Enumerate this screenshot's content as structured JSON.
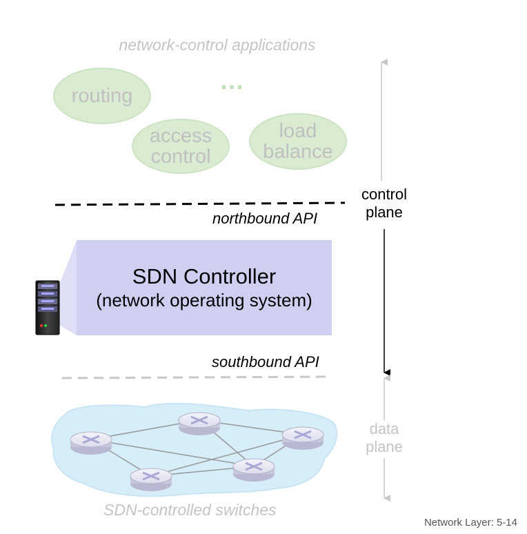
{
  "applications": {
    "title": "network-control applications",
    "items": [
      {
        "id": "routing",
        "label": "routing"
      },
      {
        "id": "access-control",
        "label": "access\ncontrol"
      },
      {
        "id": "load-balance",
        "label": "load\nbalance"
      }
    ],
    "ellipsis": "…"
  },
  "apis": {
    "northbound": "northbound API",
    "southbound": "southbound API"
  },
  "controller": {
    "title": "SDN Controller",
    "subtitle": "(network operating system)",
    "icon": "server-icon"
  },
  "planes": {
    "control": "control\nplane",
    "data": "data\nplane"
  },
  "switches": {
    "caption": "SDN-controlled switches",
    "icon": "switch-icon"
  },
  "footer": "Network Layer: 5-14",
  "colors": {
    "app_fill": "#d9ecd2",
    "controller_fill": "#cfcff2",
    "switch_cloud": "#d7eef9",
    "faded_text": "#c4c4c4"
  }
}
